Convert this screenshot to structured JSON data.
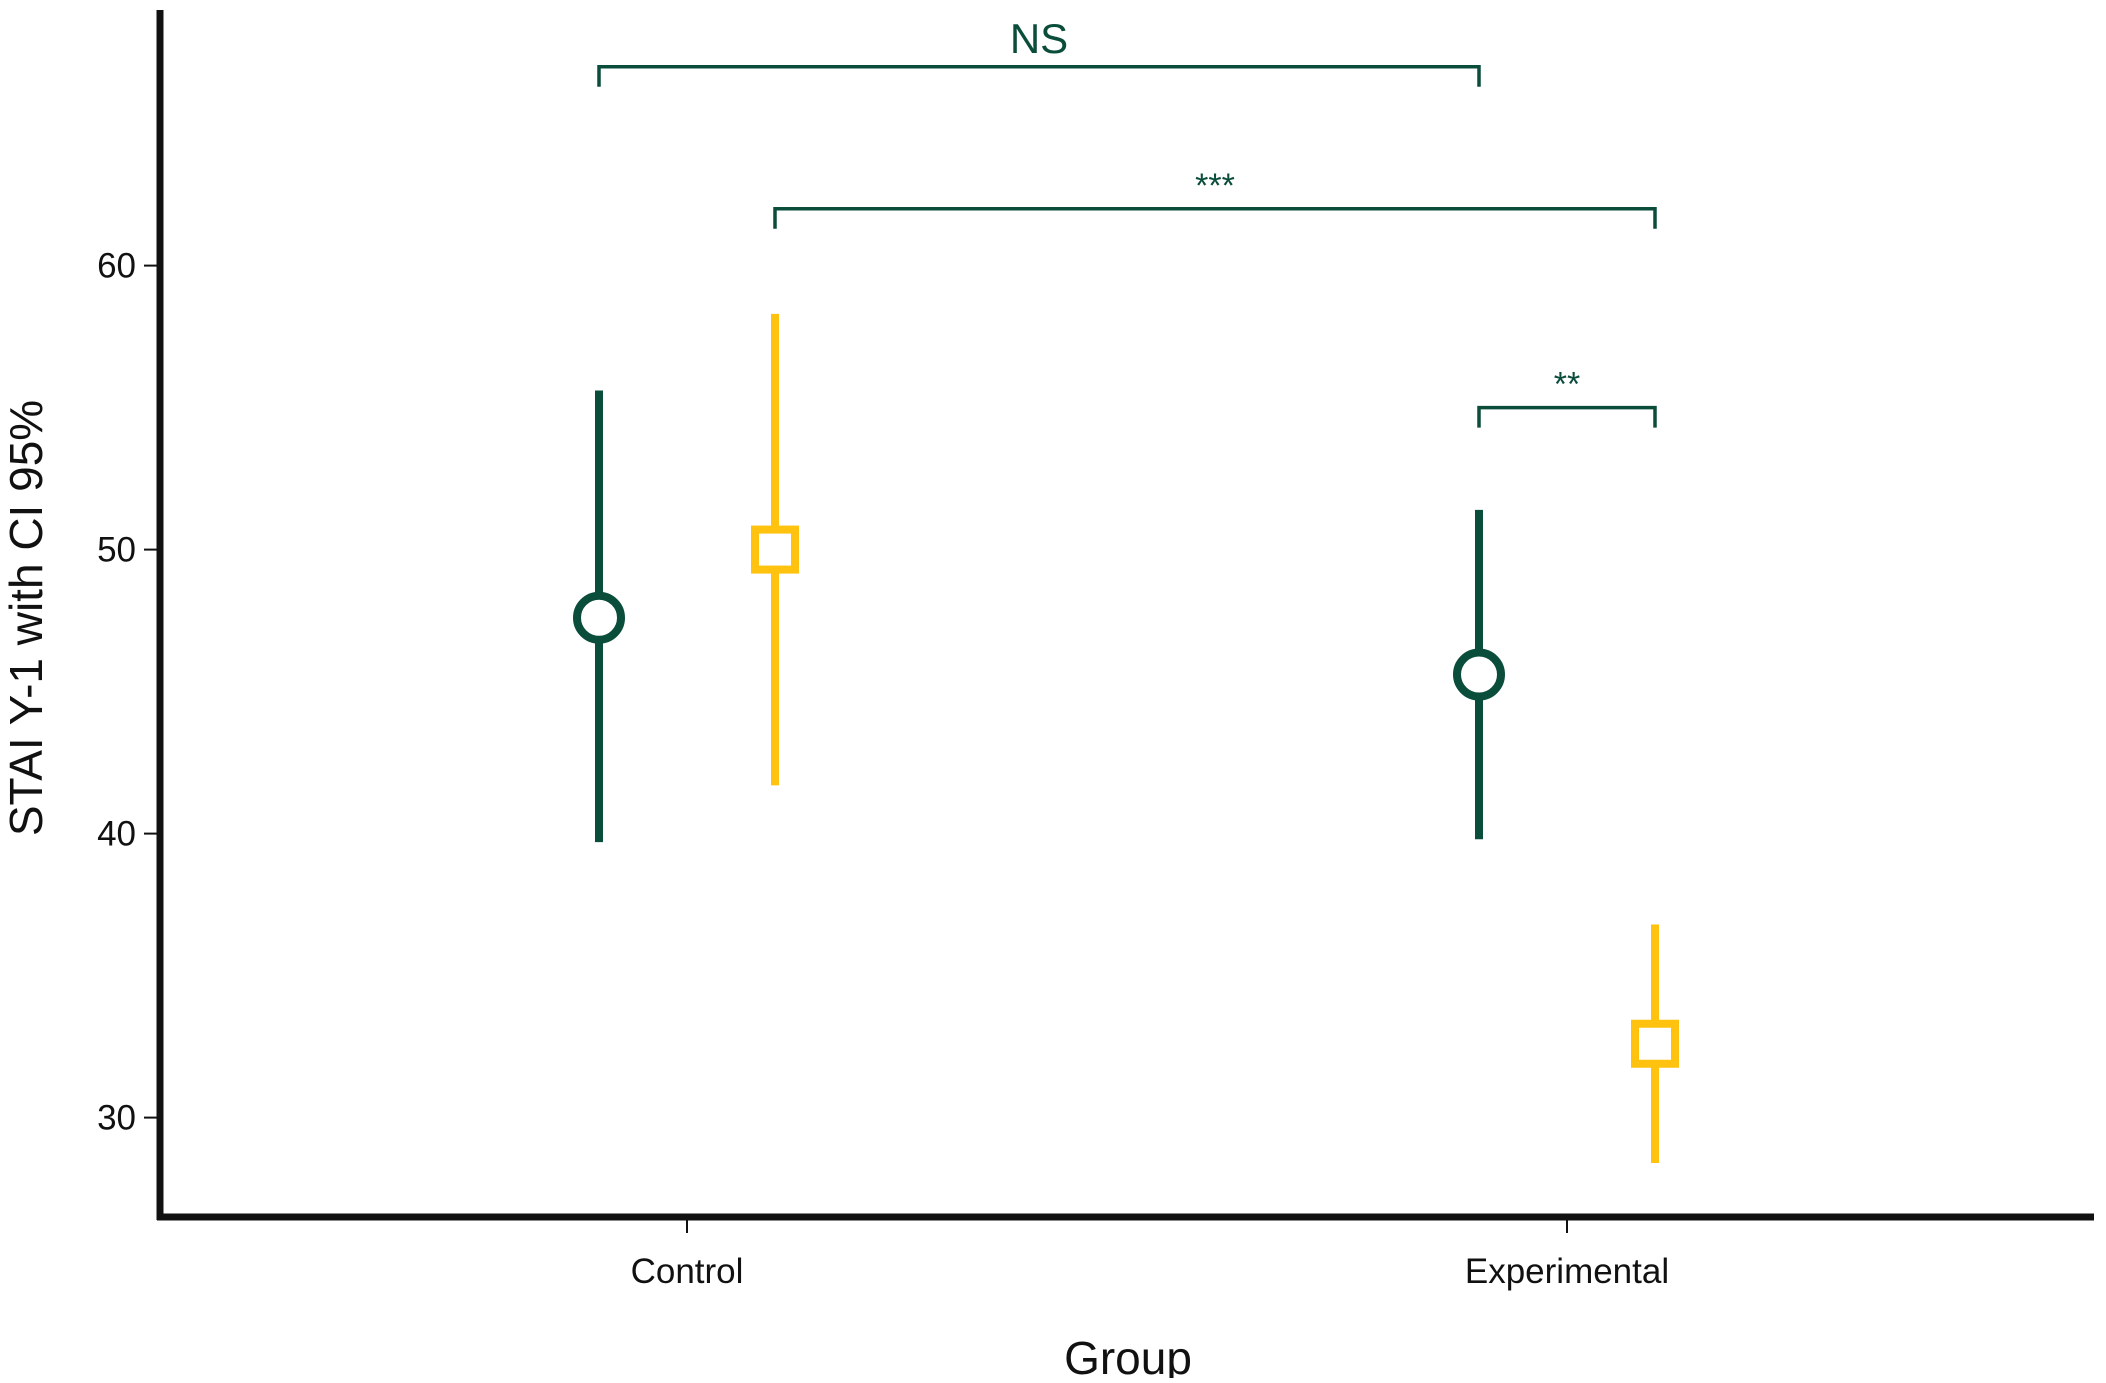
{
  "chart_data": {
    "type": "scatter",
    "title": "",
    "xlabel": "Group",
    "ylabel": "STAI Y-1 with CI 95%",
    "categories": [
      "Control",
      "Experimental"
    ],
    "ylim": [
      26.5,
      69
    ],
    "yticks": [
      30,
      40,
      50,
      60
    ],
    "grid": false,
    "legend": "none",
    "series": [
      {
        "marker": "circle",
        "color": "#0b4d3b",
        "points": [
          {
            "category": "Control",
            "mean": 47.6,
            "lower": 39.7,
            "upper": 55.6
          },
          {
            "category": "Experimental",
            "mean": 45.6,
            "lower": 39.8,
            "upper": 51.4
          }
        ]
      },
      {
        "marker": "square",
        "color": "#ffc20e",
        "points": [
          {
            "category": "Control",
            "mean": 50.0,
            "lower": 41.7,
            "upper": 58.3
          },
          {
            "category": "Experimental",
            "mean": 32.6,
            "lower": 28.4,
            "upper": 36.8
          }
        ]
      }
    ],
    "significance": [
      {
        "label": "NS",
        "from": {
          "category": "Control",
          "series": 0
        },
        "to": {
          "category": "Experimental",
          "series": 0
        },
        "y": 67.0,
        "big": true
      },
      {
        "label": "***",
        "from": {
          "category": "Control",
          "series": 1
        },
        "to": {
          "category": "Experimental",
          "series": 1
        },
        "y": 62.0,
        "big": false
      },
      {
        "label": "**",
        "from": {
          "category": "Experimental",
          "series": 0
        },
        "to": {
          "category": "Experimental",
          "series": 1
        },
        "y": 55.0,
        "big": false
      }
    ],
    "annotation_color": "#0b4d3b",
    "axis_color": "#111111"
  }
}
